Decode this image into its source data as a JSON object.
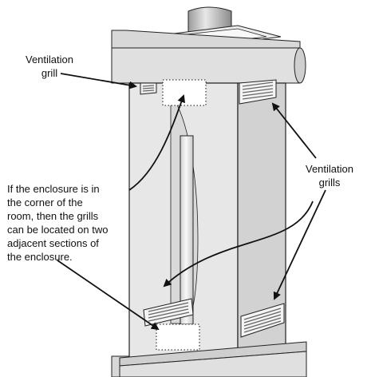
{
  "labels": {
    "ventilation_grill": "Ventilation\ngrill",
    "ventilation_grills": "Ventilation\ngrills",
    "corner_note": "If the enclosure is in\nthe corner of the\nroom, then the grills\ncan be located on two\nadjacent sections of\nthe enclosure."
  },
  "colors": {
    "front_face": "#e7e7e7",
    "side_face": "#d2d2d2",
    "beam": "#e0e0e0",
    "duct": "#f3f3f3",
    "outline": "#222222",
    "grill_slot": "#9a9a9a",
    "dotted_panel": "#ffffff"
  }
}
